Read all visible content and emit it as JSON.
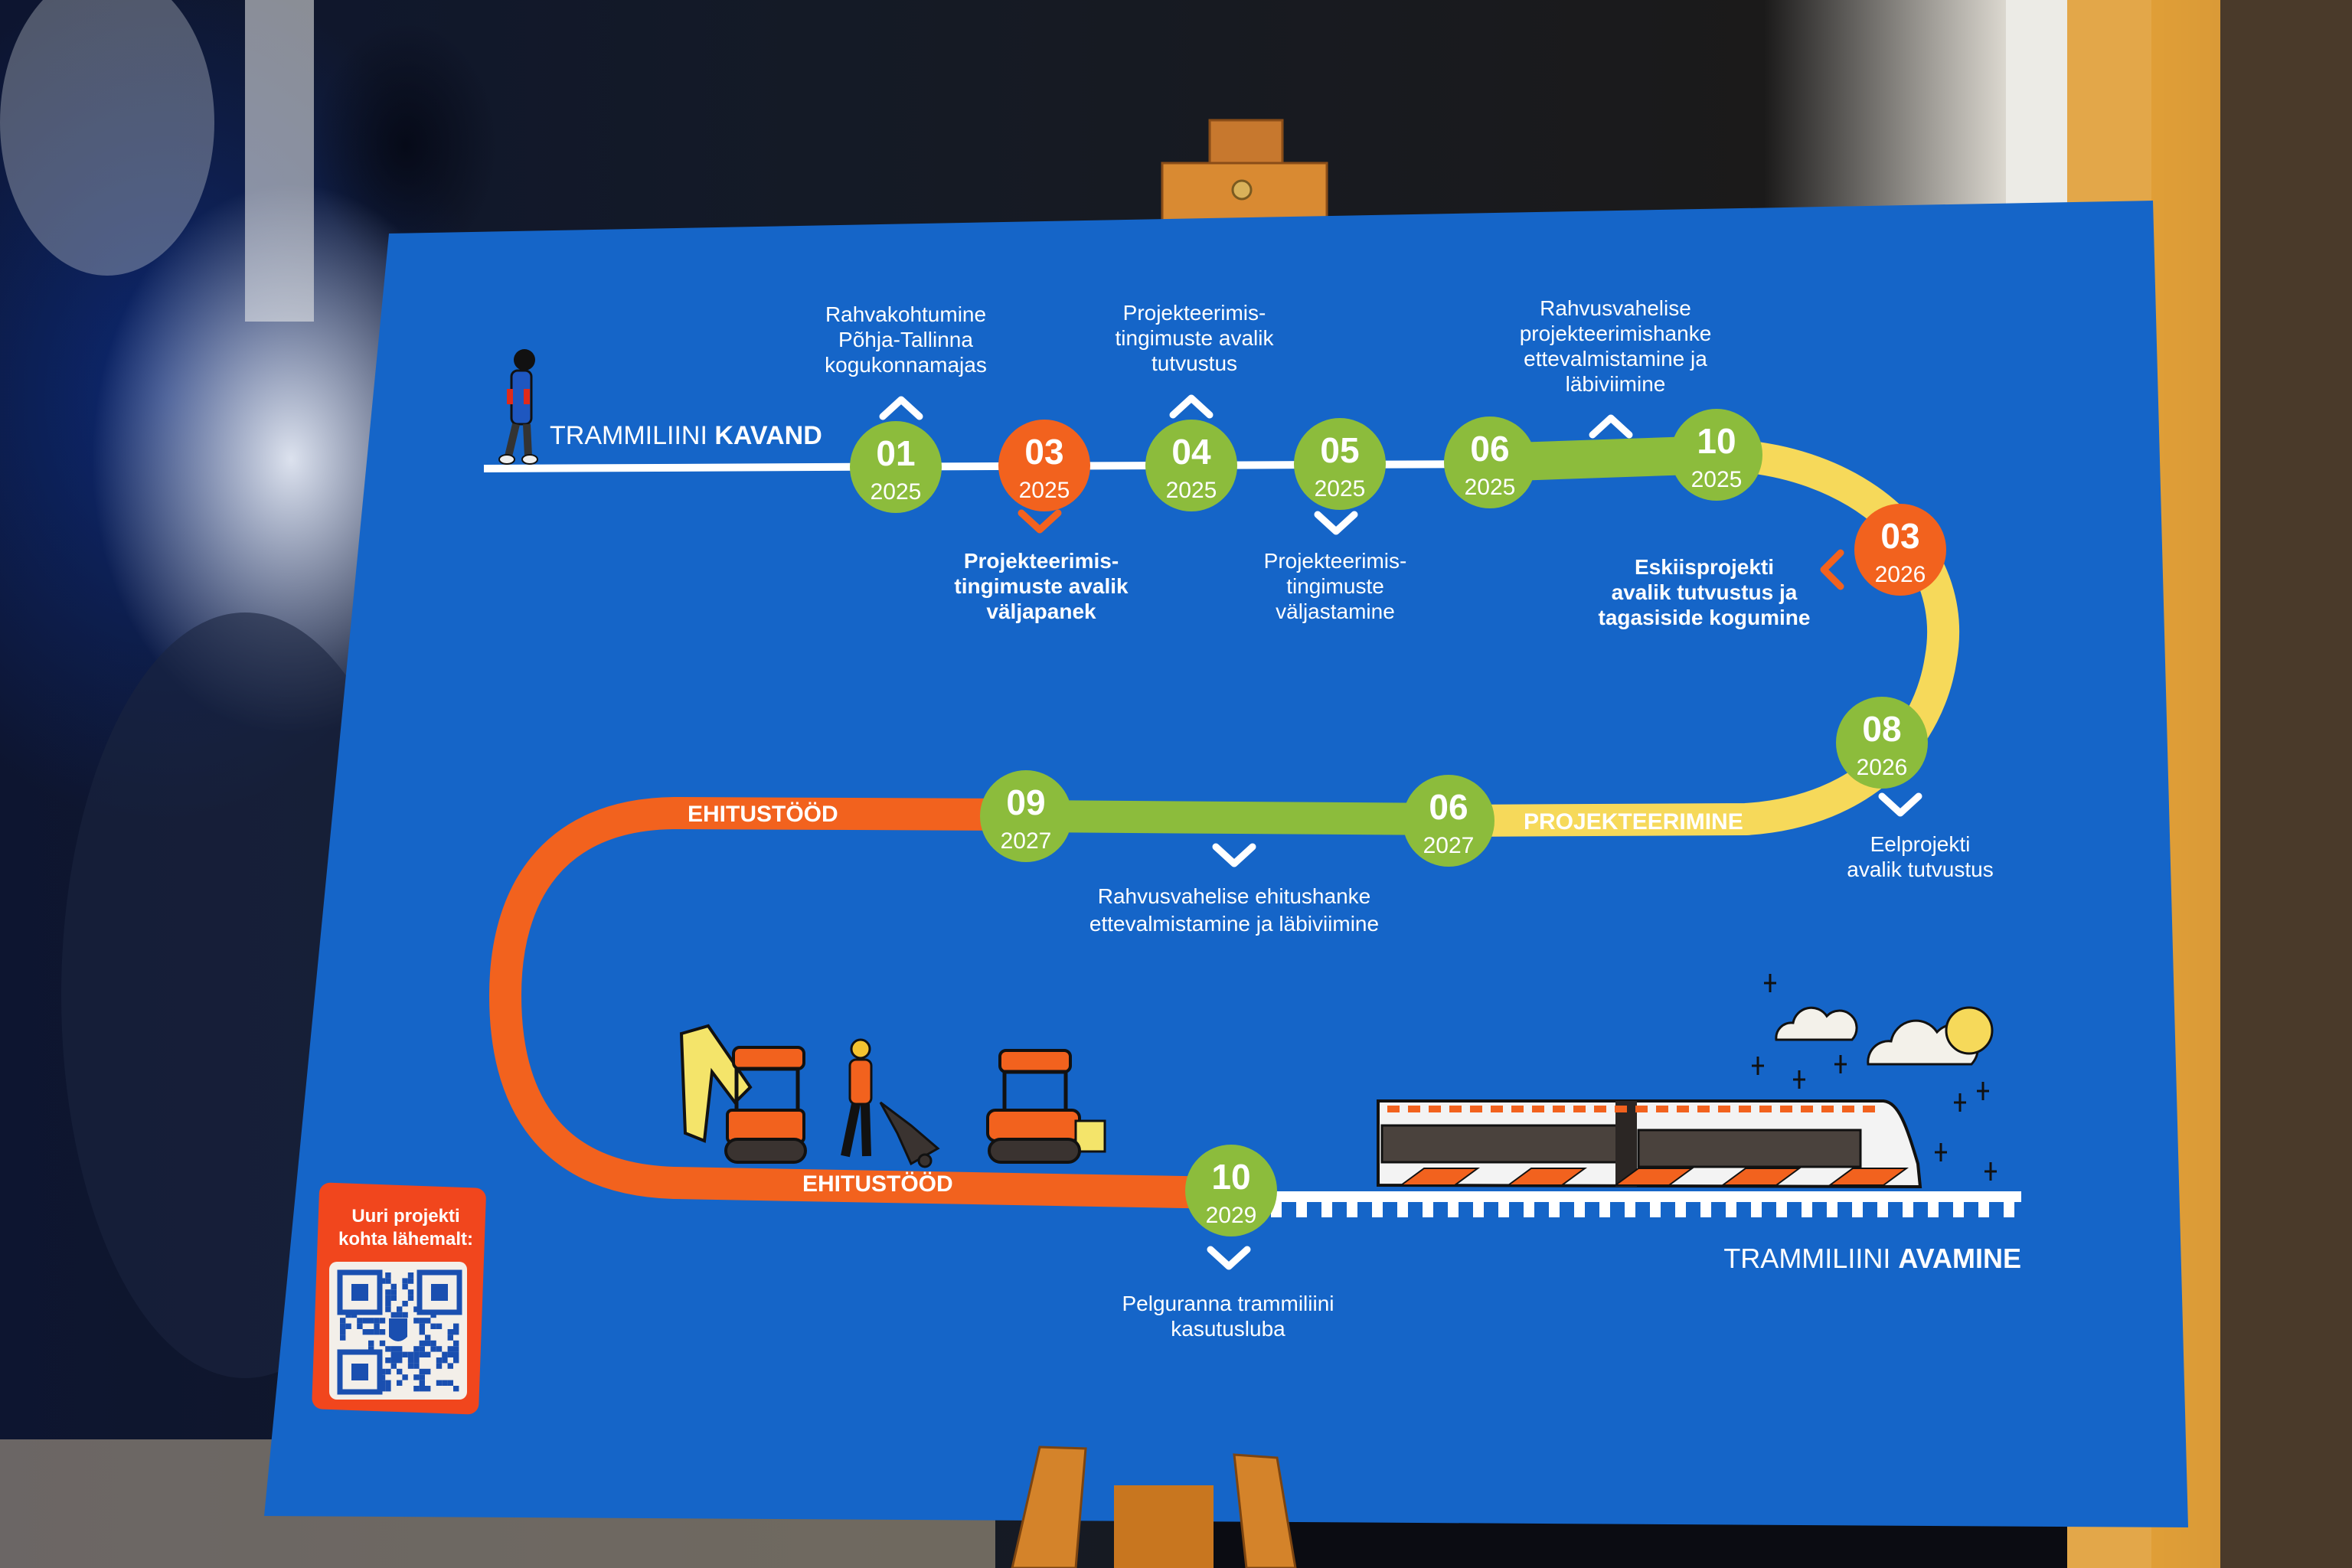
{
  "scene": {
    "description": "Photo of a blue Tallinn tram-line timeline poster on a wooden easel at an event",
    "colors": {
      "poster_blue": "#1565c8",
      "green": "#8cbc3c",
      "orange": "#f2621e",
      "yellow": "#f6d95a",
      "white": "#ffffff",
      "wood": "#d48a2a"
    }
  },
  "poster": {
    "start_title_light": "TRAMMILIINI ",
    "start_title_bold": "KAVAND",
    "end_title_light": "TRAMMILIINI ",
    "end_title_bold": "AVAMINE",
    "phase_labels": {
      "projekteerimine": "PROJEKTEERIMINE",
      "ehitustood_top": "EHITUSTÖÖD",
      "ehitustood_bottom": "EHITUSTÖÖD"
    },
    "milestones": [
      {
        "month": "01",
        "year": "2025",
        "color": "green",
        "caption": [
          "Rahvakohtumine",
          "Põhja-Tallinna",
          "kogukonnamajas"
        ],
        "caption_side": "above",
        "bold": false
      },
      {
        "month": "03",
        "year": "2025",
        "color": "orange",
        "caption": [
          "Projekteerimis-",
          "tingimuste avalik",
          "väljapanek"
        ],
        "caption_side": "below",
        "bold": true
      },
      {
        "month": "04",
        "year": "2025",
        "color": "green",
        "caption": [
          "Projekteerimis-",
          "tingimuste avalik",
          "tutvustus"
        ],
        "caption_side": "above",
        "bold": false
      },
      {
        "month": "05",
        "year": "2025",
        "color": "green",
        "caption": [
          "Projekteerimis-",
          "tingimuste",
          "väljastamine"
        ],
        "caption_side": "below",
        "bold": false
      },
      {
        "month": "06",
        "year": "2025",
        "color": "green",
        "caption": [],
        "caption_side": "none",
        "bold": false
      },
      {
        "month": "10",
        "year": "2025",
        "color": "green",
        "caption": [],
        "caption_side": "none",
        "bold": false
      },
      {
        "month": "03",
        "year": "2026",
        "color": "orange",
        "caption": [
          "Eskiisprojekti",
          "avalik tutvustus ja",
          "tagasiside kogumine"
        ],
        "caption_side": "left",
        "bold": true
      },
      {
        "month": "08",
        "year": "2026",
        "color": "green",
        "caption": [
          "Eelprojekti",
          "avalik tutvustus"
        ],
        "caption_side": "below",
        "bold": false
      },
      {
        "month": "06",
        "year": "2027",
        "color": "green",
        "caption": [],
        "caption_side": "none",
        "bold": false
      },
      {
        "month": "09",
        "year": "2027",
        "color": "green",
        "caption": [],
        "caption_side": "none",
        "bold": false
      },
      {
        "month": "10",
        "year": "2029",
        "color": "green",
        "caption": [
          "Pelguranna trammiliini",
          "kasutusluba"
        ],
        "caption_side": "below",
        "bold": false
      }
    ],
    "segment_captions": {
      "design_procurement": [
        "Rahvusvahelise",
        "projekteerimishanke",
        "ettevalmistamine ja",
        "läbiviimine"
      ],
      "construction_procurement": [
        "Rahvusvahelise ehitushanke",
        "ettevalmistamine ja läbiviimine"
      ]
    },
    "qr_box": {
      "title": [
        "Uuri projekti",
        "kohta lähemalt:"
      ]
    },
    "illustrations": [
      "walking-person-icon",
      "excavator-icon",
      "construction-worker-icon",
      "mini-loader-icon",
      "tram-icon",
      "cloud-icon",
      "sun-icon",
      "sparkle-icon"
    ]
  }
}
